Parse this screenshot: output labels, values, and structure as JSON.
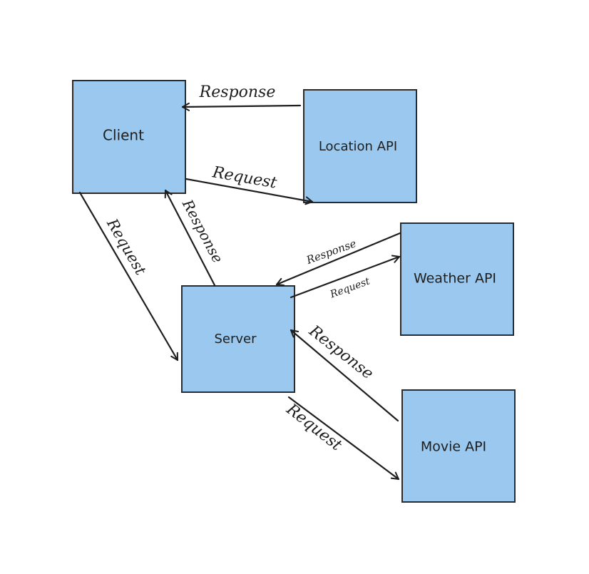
{
  "colors": {
    "box_fill": "#9ac8ee",
    "box_stroke": "#2b2b2b",
    "line": "#1e1e1e",
    "text": "#1e1e1e",
    "background": "#ffffff"
  },
  "nodes": {
    "client": {
      "label": "Client"
    },
    "location_api": {
      "label": "Location API"
    },
    "weather_api": {
      "label": "Weather API"
    },
    "server": {
      "label": "Server"
    },
    "movie_api": {
      "label": "Movie API"
    }
  },
  "edges": {
    "location_to_client": {
      "label": "Response"
    },
    "client_to_location": {
      "label": "Request"
    },
    "client_to_server": {
      "label": "Request"
    },
    "server_to_client": {
      "label": "Response"
    },
    "weather_to_server": {
      "label": "Response"
    },
    "server_to_weather": {
      "label": "Request"
    },
    "movie_to_server": {
      "label": "Response"
    },
    "server_to_movie": {
      "label": "Request"
    }
  }
}
